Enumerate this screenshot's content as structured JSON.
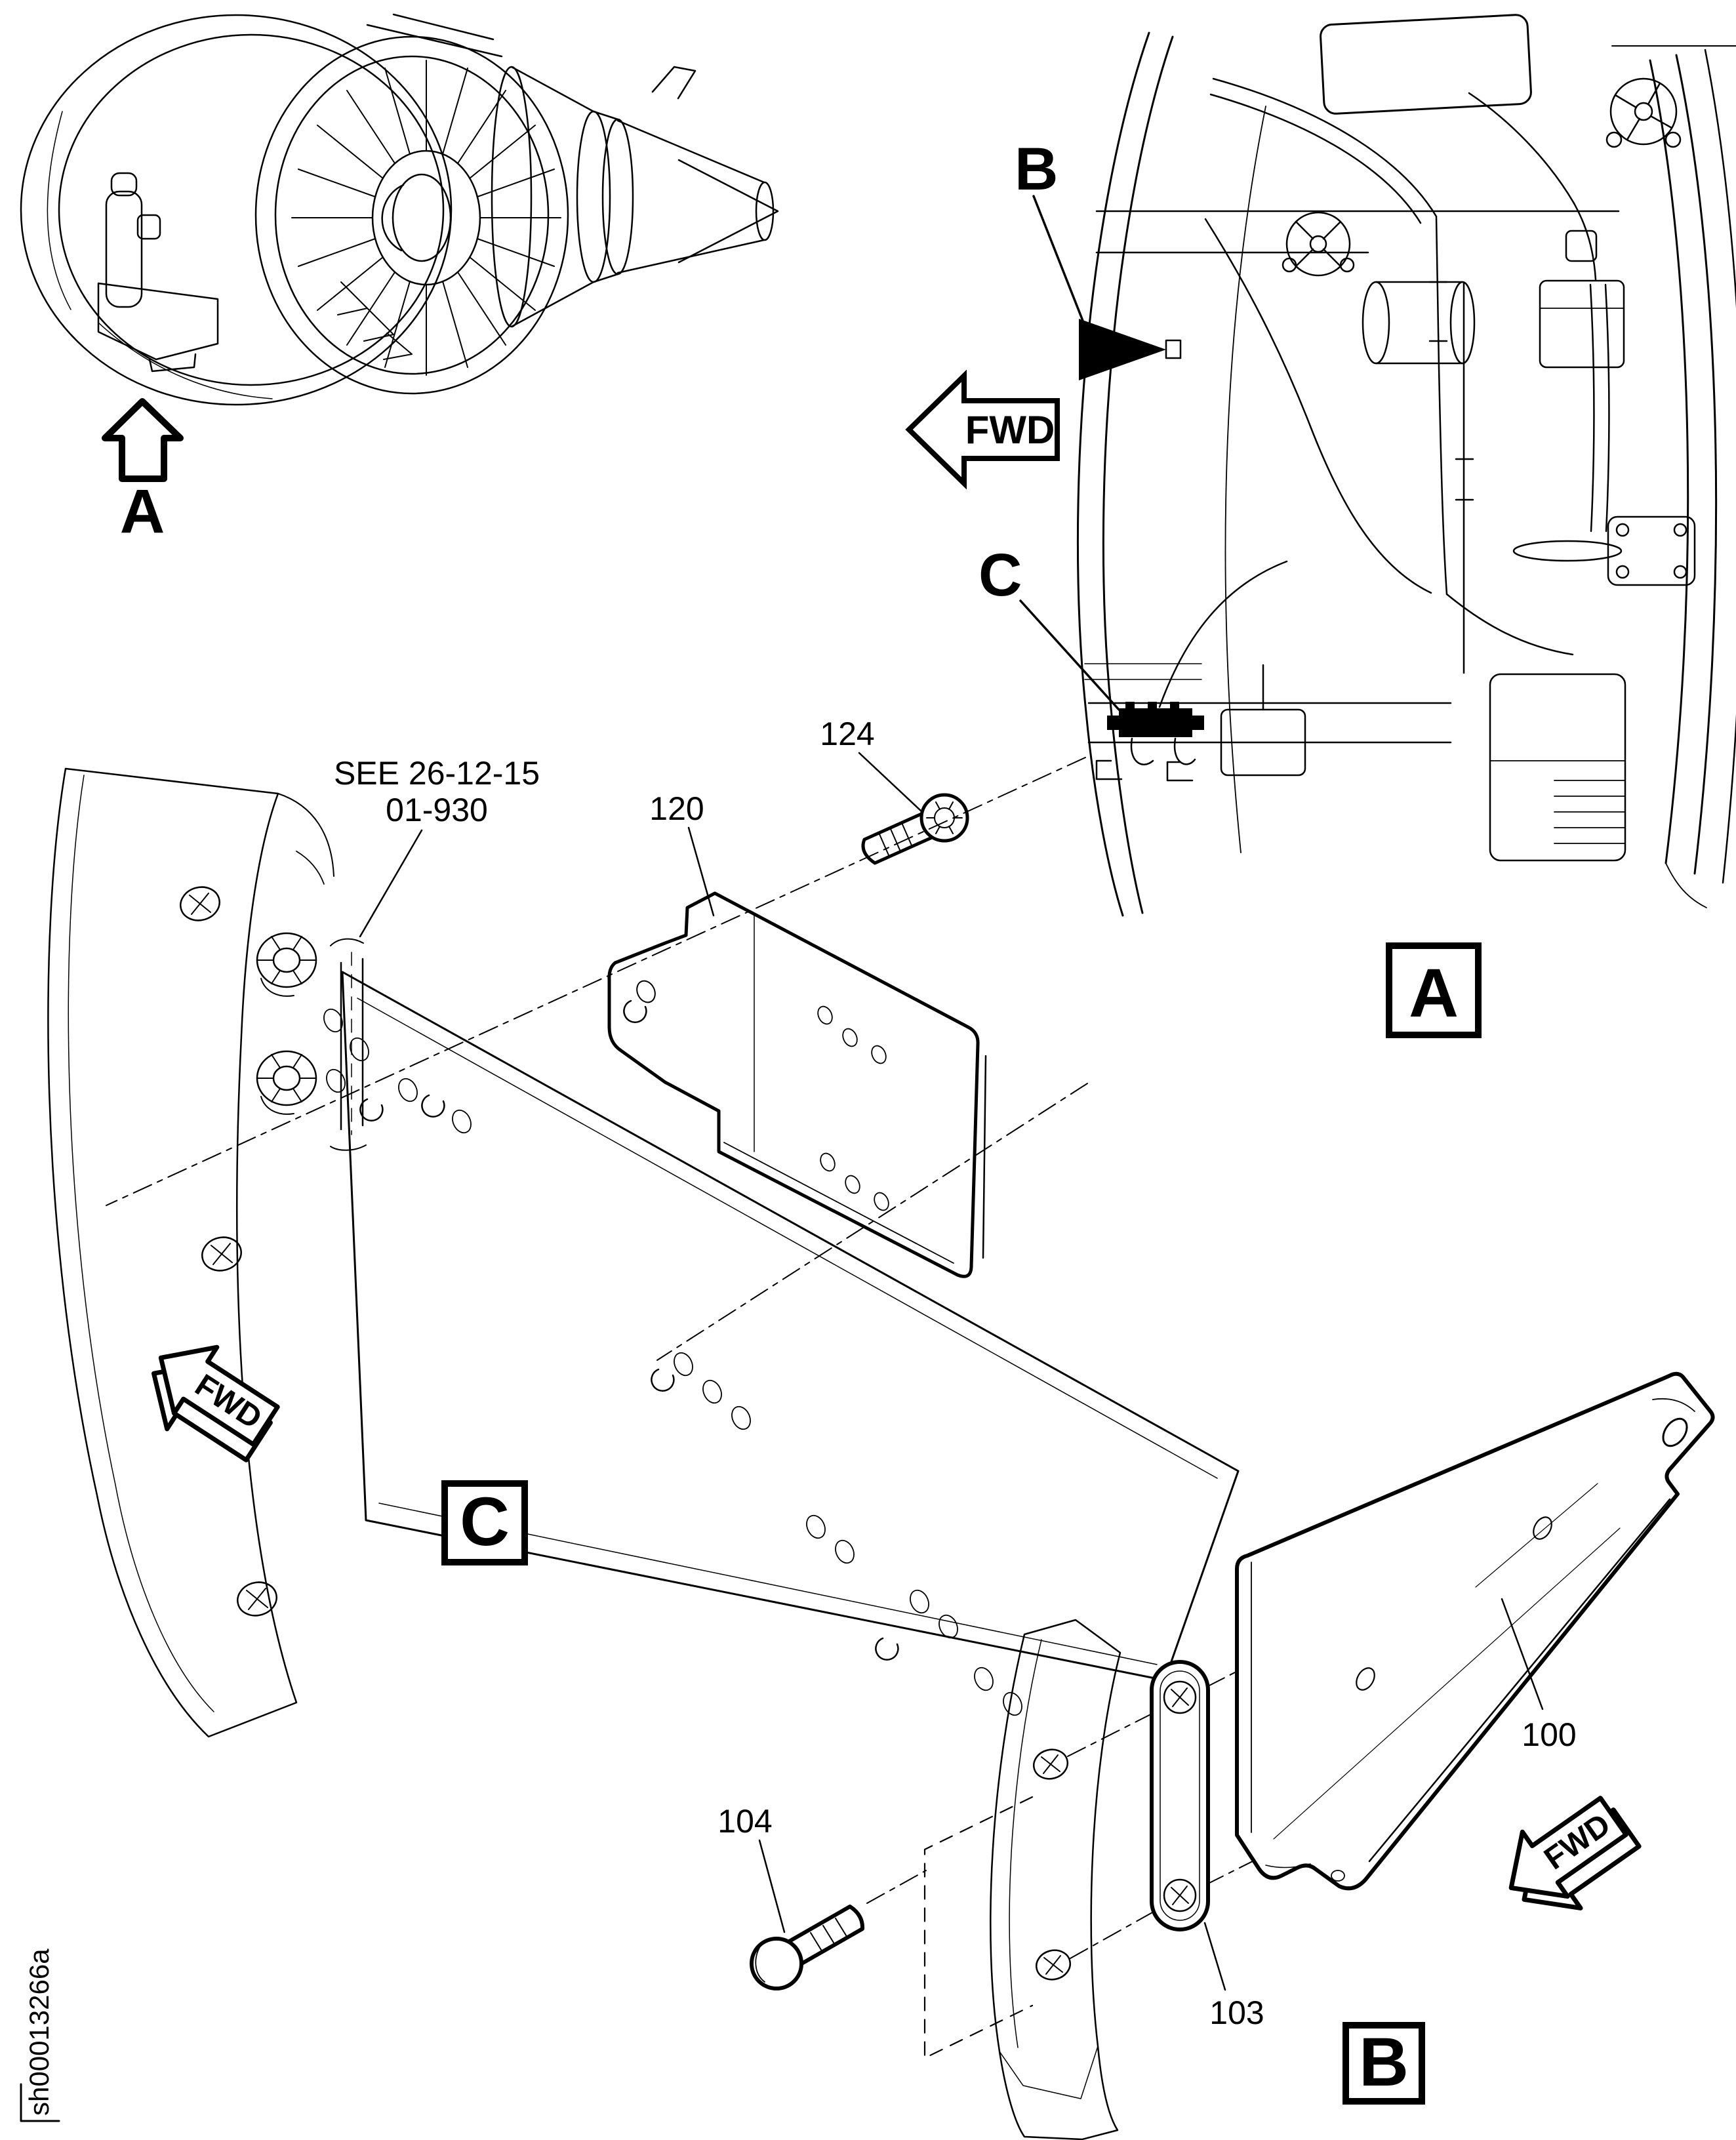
{
  "page": {
    "background": "#ffffff",
    "line_color": "#000000"
  },
  "footer": {
    "code": "sh00013266a"
  },
  "detail_a": {
    "arrow_label": "A"
  },
  "engine_view": {
    "callout_b": "B",
    "callout_c": "C",
    "fwd_label": "FWD",
    "frame_label": "A"
  },
  "detail_c": {
    "note_line1": "SEE 26-12-15",
    "note_line2": "01-930",
    "part_plate_ref": "120",
    "part_bolt": "124",
    "fwd_label": "FWD",
    "frame_label": "C"
  },
  "detail_b": {
    "part_bracket": "100",
    "part_plate": "103",
    "part_bolt": "104",
    "fwd_label": "FWD",
    "frame_label": "B"
  }
}
